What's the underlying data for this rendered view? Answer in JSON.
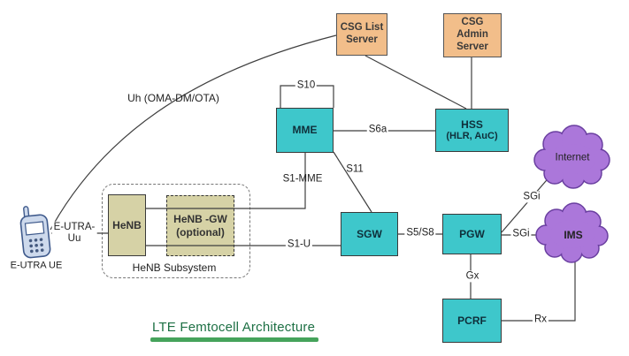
{
  "title": {
    "label": "LTE Femtocell Architecture"
  },
  "nodes": {
    "csg_list_server": {
      "lines": [
        "CSG List",
        "Server"
      ]
    },
    "csg_admin_server": {
      "lines": [
        "CSG",
        "Admin",
        "Server"
      ]
    },
    "mme": {
      "label": "MME"
    },
    "hss": {
      "lines": [
        "HSS",
        "(HLR, AuC)"
      ]
    },
    "sgw": {
      "label": "SGW"
    },
    "pgw": {
      "label": "PGW"
    },
    "pcrf": {
      "label": "PCRF"
    },
    "henb": {
      "label": "HeNB"
    },
    "henb_gw": {
      "lines": [
        "HeNB -GW",
        "(optional)"
      ]
    },
    "henb_subsystem": {
      "label": "HeNB Subsystem"
    },
    "internet_cloud": {
      "label": "Internet"
    },
    "ims_cloud": {
      "label": "IMS"
    },
    "eutra_ue": {
      "label": "E-UTRA UE"
    }
  },
  "interfaces": {
    "s10": "S10",
    "s6a": "S6a",
    "s11": "S11",
    "s1_mme": "S1-MME",
    "s1_u": "S1-U",
    "s5_s8": "S5/S8",
    "sgi_internet": "SGi",
    "sgi_ims": "SGi",
    "gx": "Gx",
    "rx": "Rx",
    "uh": "Uh (OMA-DM/OTA)",
    "uu": {
      "lines": [
        "E-UTRA-",
        "Uu"
      ]
    }
  },
  "colors": {
    "node_teal": "#3ec7cb",
    "node_orange": "#f2be8a",
    "node_khaki": "#d6d2a6",
    "cloud_purple": "#ab77da",
    "cloud_border": "#6a3fa0",
    "line": "#3f3f3f",
    "title_text": "#1d7044",
    "title_underline": "#45a35b"
  }
}
